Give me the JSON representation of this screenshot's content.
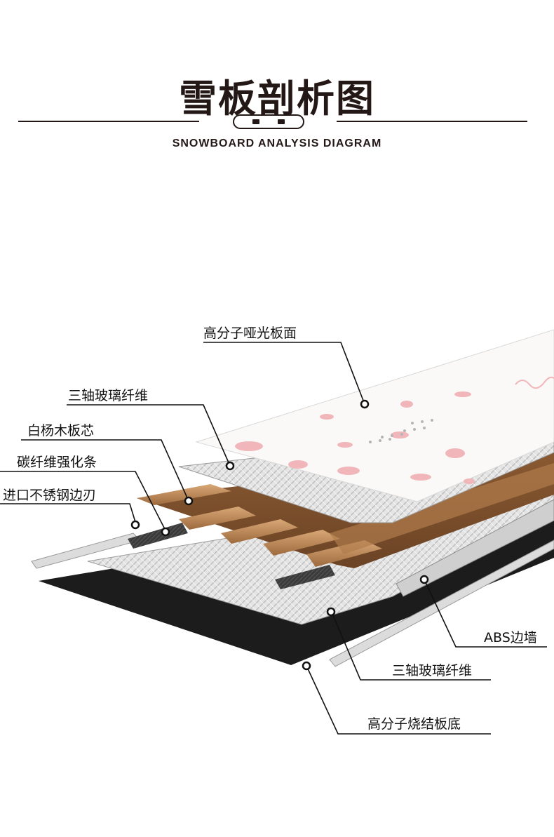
{
  "header": {
    "title": "雪板剖析图",
    "subtitle": "SNOWBOARD ANALYSIS DIAGRAM"
  },
  "layers": {
    "top_sheet": "高分子哑光板面",
    "triax_top": "三轴玻璃纤维",
    "wood_core": "白杨木板芯",
    "carbon_strip": "碳纤维强化条",
    "steel_edge": "进口不锈钢边刃",
    "abs_sidewall": "ABS边墙",
    "triax_bottom": "三轴玻璃纤维",
    "base": "高分子烧结板底"
  },
  "colors": {
    "ink": "#231815",
    "top_sheet": "#fbf9f8",
    "sakura": "#f1b6b9",
    "fiberglass": "#e6e6e6",
    "wood": "#c08d5f",
    "carbon": "#3a3a3a",
    "base": "#1e1e1e",
    "abs": "#cfcfcf"
  }
}
